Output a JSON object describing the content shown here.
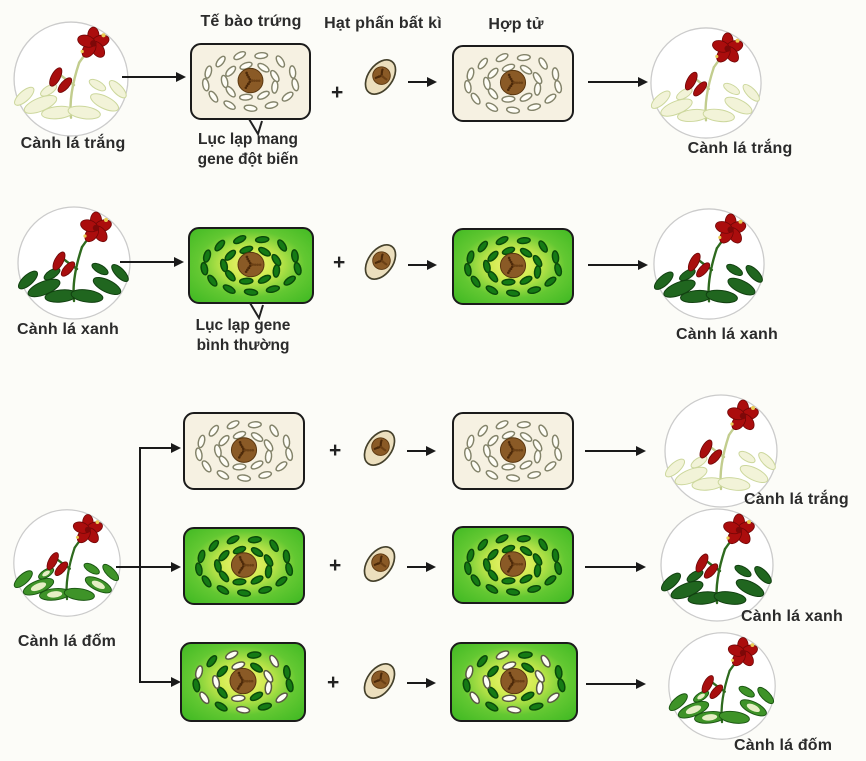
{
  "headers": {
    "egg_cell": "Tế bào trứng",
    "any_pollen": "Hạt phấn bất kì",
    "zygote": "Hợp tử"
  },
  "annotations": {
    "mutant_l1": "Lục lạp mang",
    "mutant_l2": "gene đột biến",
    "normal_l1": "Lục lạp gene",
    "normal_l2": "bình thường"
  },
  "symbols": {
    "plus": "+"
  },
  "rows": [
    {
      "name": "white-branch-cross",
      "parent_label": "Cành lá trắng",
      "egg_type": "mutant",
      "offspring_label": "Cành lá trắng"
    },
    {
      "name": "green-branch-cross",
      "parent_label": "Cành lá xanh",
      "egg_type": "normal",
      "offspring_label": "Cành lá xanh"
    },
    {
      "name": "spotted-branch-cross",
      "parent_label": "Cành lá đốm",
      "egg_types": [
        "mutant",
        "normal",
        "mixed"
      ],
      "offspring_labels": [
        "Cành lá trắng",
        "Cành lá xanh",
        "Cành lá đốm"
      ]
    }
  ],
  "colors": {
    "cell_cream": "#f6f1e2",
    "cell_green": "#4cc22c",
    "cell_center_glow": "#f4f578",
    "chloroplast_dark": "#157a15",
    "chloroplast_white": "#fefdf6",
    "nucleus_brown": "#8a5a26",
    "pollen_fill": "#ecdfbe",
    "flower_red": "#ab0d0d",
    "leaf_green": "#20661f",
    "leaf_pale": "#f2f3d8",
    "leaf_spotted": "#3e9328",
    "arrow_black": "#1a1a1a"
  }
}
